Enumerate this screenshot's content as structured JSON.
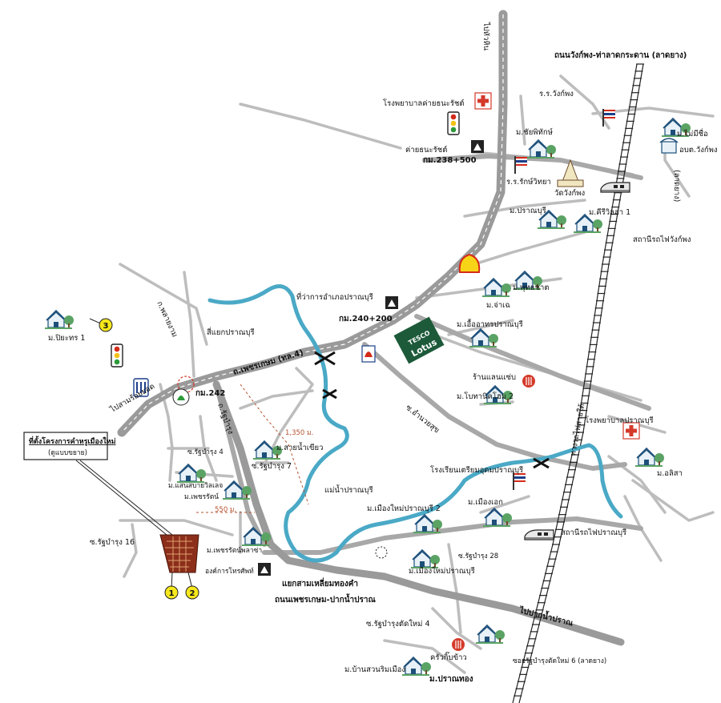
{
  "roads": {
    "north_top": "ไปหัวหิน",
    "wang_kaphong_road": "ถนนวังก์พง-ท่าลาดกระดาน (ลาดยาง)",
    "phetkasem": "ถ.เพชรเกษม (ทล.4)",
    "rat_bamrung": "ถ.รัฐบำรุง",
    "ban_phlai": "ก.พลายงาม",
    "sam_roi_yot": "ไปสามร้อยยอด",
    "pak_nam_pran": "ไปปากน้ำปราณ",
    "amnuay_suk": "ซ.อำนวยสุข",
    "phetkasem_paknam": "ถนนเพชรเกษม-ปากน้ำปราณ",
    "lat_yang": "(ลาดยาง)",
    "soi_rat_bamrung_4": "ซ.รัฐบำรุง 4",
    "soi_rat_bamrung_7": "ซ.รัฐบำรุง 7",
    "soi_rat_bamrung_16": "ซ.รัฐบำรุง 16",
    "soi_rat_bamrung_28": "ซ.รัฐบำรุง 28",
    "soi_tat_mai_4": "ซ.รัฐบำรุงตัดใหม่ 4",
    "soi_tat_mai_6": "ซอยรัฐบำรุงตัดใหม่ 6 (ลาดยาง)",
    "railway": "ทางรถไฟสายใต้"
  },
  "places": {
    "camp_hospital": "โรงพยาบาลค่ายธนะรัชต์",
    "camp": "ค่ายธนะรัชต์",
    "km238": "กม.238+500",
    "school_wang": "ร.ร.วังก์พง",
    "chai_phithak": "ม.ชัยพิทักษ์",
    "mai_mi_chue": "ม.ไม่มีชื่อ",
    "obt_wang": "อบต.วังก์พง",
    "school_rak_witthaya": "ร.ร.รักษ์วิทยา",
    "wat_wang": "วัดวังก์พง",
    "pranburi_village": "ม.ปราณบุรี",
    "khiri_villa": "ม.คีรีวิลล่า 1",
    "wang_station": "สถานีรถไฟวังก์พง",
    "phuttachat": "ม.พุทธชาต",
    "chaniang": "ม.จ่าเฉ",
    "district_office": "ที่ว่าการอำเภอปราณบุรี",
    "km240": "กม.240+200",
    "uea_athon": "ม.เอื้ออาทรปราณบุรี",
    "tesco": "TESCO",
    "lotus": "Lotus",
    "piyathon": "ม.ปิยะทร 1",
    "si_yaek": "สี่แยกปราณบุรี",
    "km242": "กม.242",
    "laen_saep": "ร้านแลนแซ่บ",
    "rotary_home": "ม.โบทานิคโฮม 2",
    "distance_1350": "1,350 ม.",
    "sai_nam_khiao": "ม.สายน้ำเขียว",
    "pran_hospital": "โรงพยาบาลปราณบุรี",
    "project_box_1": "ที่ตั้งโครงการคำหรูเมืองใหม่",
    "project_box_2": "(ดูแบบขยาย)",
    "saen_sabai": "ม.แสนสบายวิลเลจ",
    "phetcharat": "ม.เพชรรัตน์",
    "pran_river": "แม่น้ำปราณบุรี",
    "school_pran": "โรงเรียนเตรียมอุดมปราณบุรี",
    "olisa": "ม.อลิสา",
    "distance_550": "550 ม.",
    "mueang_mai_2": "ม.เมืองใหม่ปราณบุรี 2",
    "mueang_ek": "ม.เมืองเอก",
    "pran_station": "สถานีรถไฟปราณบุรี",
    "phetcharat_plaza": "ม.เพชรรัตน์พลาซ่า",
    "telephone_org": "องค์การโทรศัพท์",
    "sam_liam": "แยกสามเหลี่ยมทองคำ",
    "mueang_mai": "ม.เมืองใหม่ปราณบุรี",
    "krua_khing": "ครัวกิ๊บข้าว",
    "ban_suan": "ม.บ้านสวนริมเมือง",
    "pran_thong": "ม.ปราณทอง",
    "num_1": "1",
    "num_2": "2",
    "num_3": "3"
  },
  "colors": {
    "river": "#4aa9c6",
    "road": "#9a9a9a",
    "project": "#8b2e1a",
    "marker_yellow": "#f6e81c",
    "lotus_green": "#1d5a3a",
    "hospital_red": "#d43a2a",
    "distance_red": "#b5532f"
  }
}
